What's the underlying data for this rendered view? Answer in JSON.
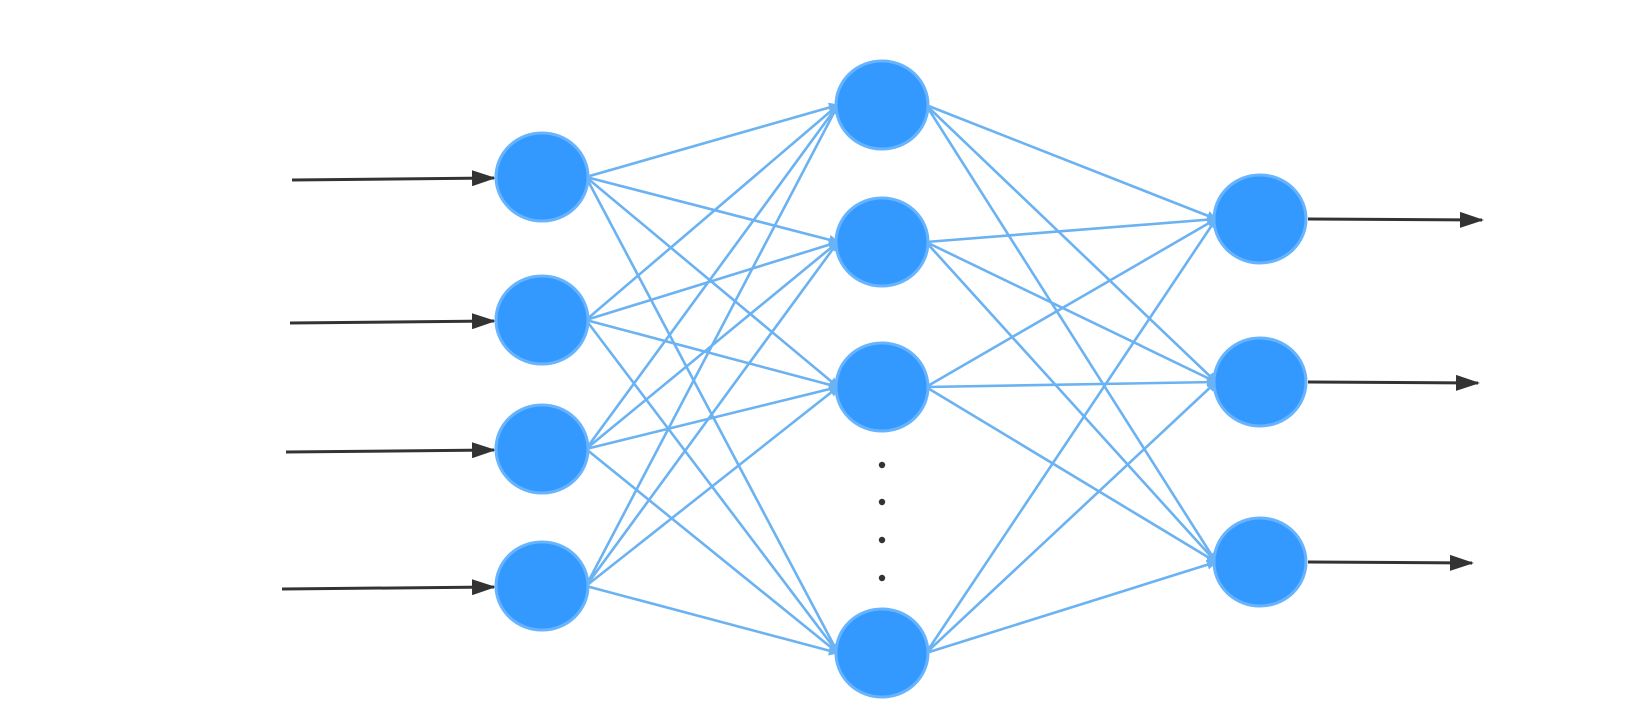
{
  "diagram": {
    "type": "neural-network",
    "layers": [
      {
        "name": "input-layer",
        "node_count": 4
      },
      {
        "name": "hidden-layer",
        "node_count": 4,
        "ellipsis_between": [
          3,
          4
        ]
      },
      {
        "name": "output-layer",
        "node_count": 3
      }
    ],
    "input_arrows": 4,
    "output_arrows": 3,
    "connectivity": "fully-connected",
    "colors": {
      "node_fill": "#3399FF",
      "node_stroke": "#66B3FF",
      "edge": "#6BB2F2",
      "io_arrow": "#333333",
      "ellipsis_dot": "#333333"
    }
  }
}
